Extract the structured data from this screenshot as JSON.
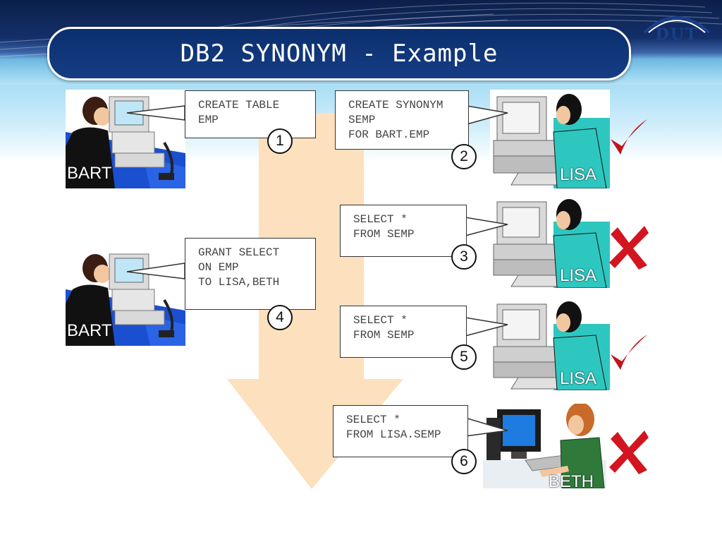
{
  "slide": {
    "title": "DB2 SYNONYM - Example",
    "logo_text": "DUT"
  },
  "colors": {
    "title_bg": "#0b2f6e",
    "arrow": "#fde0bd",
    "check": "#c0141c",
    "cross": "#d2151f",
    "lisa_bg": "#2ec7c0",
    "beth_bg": "#2f7a3a"
  },
  "steps": [
    {
      "number": "1",
      "lines": [
        "CREATE TABLE",
        "EMP"
      ],
      "user": "BART"
    },
    {
      "number": "2",
      "lines": [
        "CREATE SYNONYM",
        "SEMP",
        "FOR BART.EMP"
      ],
      "user": "LISA",
      "result": "check-icon"
    },
    {
      "number": "3",
      "lines": [
        "SELECT *",
        "FROM SEMP"
      ],
      "user": "LISA",
      "result": "cross-icon"
    },
    {
      "number": "4",
      "lines": [
        "GRANT SELECT",
        "ON EMP",
        "TO LISA,BETH"
      ],
      "user": "BART"
    },
    {
      "number": "5",
      "lines": [
        "SELECT *",
        "FROM SEMP"
      ],
      "user": "LISA",
      "result": "check-icon"
    },
    {
      "number": "6",
      "lines": [
        "SELECT *",
        "FROM LISA.SEMP"
      ],
      "user": "BETH",
      "result": "cross-icon"
    }
  ]
}
